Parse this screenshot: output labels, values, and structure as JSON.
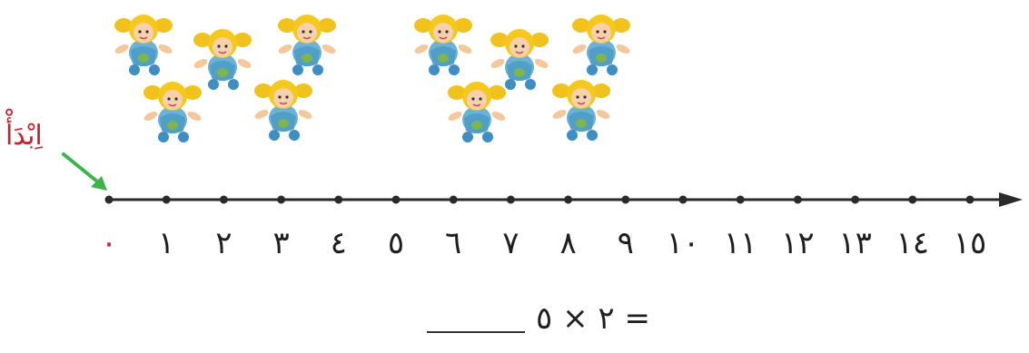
{
  "start_label": "اِبْدَأْ",
  "number_line": {
    "labels": [
      "٠",
      "١",
      "٢",
      "٣",
      "٤",
      "٥",
      "٦",
      "٧",
      "٨",
      "٩",
      "١٠",
      "١١",
      "١٢",
      "١٣",
      "١٤",
      "١٥"
    ],
    "zero_color": "#d21f2f",
    "arrow_color": "#3bb54a"
  },
  "equation": {
    "expression": "٢ × ٥ =",
    "answer": ""
  },
  "dolls": {
    "group_1_count": 5,
    "group_2_count": 5,
    "icon": "doll-icon"
  }
}
